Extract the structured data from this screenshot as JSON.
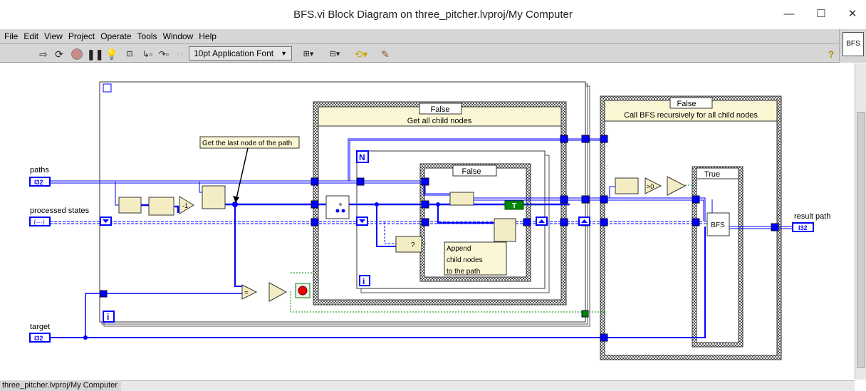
{
  "window": {
    "title": "BFS.vi Block Diagram on three_pitcher.lvproj/My Computer",
    "minimize": "—",
    "maximize": "☐",
    "close": "✕"
  },
  "menu": [
    "File",
    "Edit",
    "View",
    "Project",
    "Operate",
    "Tools",
    "Window",
    "Help"
  ],
  "toolbar": {
    "font": "10pt Application Font",
    "help": "?",
    "icons": [
      "run-arrow-icon",
      "run-continuously-icon",
      "abort-icon",
      "pause-icon",
      "highlight-execution-icon",
      "retain-wire-values-icon",
      "step-into-icon",
      "step-over-icon",
      "step-out-icon",
      "align-objects-icon",
      "distribute-objects-icon",
      "reorder-icon",
      "cleanup-diagram-icon"
    ]
  },
  "vi_icon": "BFS",
  "status": "three_pitcher.lvproj/My Computer",
  "diagram": {
    "controls": [
      {
        "label": "paths",
        "type": "I32"
      },
      {
        "label": "processed states",
        "type": "⟨⋯⟩"
      },
      {
        "label": "target",
        "type": "I32"
      }
    ],
    "indicator": {
      "label": "result path",
      "type": "I32"
    },
    "comments": {
      "last_node": "Get the last node of the path",
      "append": [
        "Append",
        "child nodes",
        "to the path"
      ]
    },
    "case1": {
      "selector": "False",
      "label": "Get all child nodes"
    },
    "case2": {
      "selector": "False",
      "label": "Call BFS recursively for all child nodes"
    },
    "inner_case": {
      "selector": "False"
    },
    "true_case": {
      "selector": "True"
    },
    "subvi": "BFS",
    "loop": {
      "while_i": "i",
      "for_n": "N",
      "for_i": "i"
    },
    "consts": {
      "true_const": "T",
      "minus_one": "-1",
      "gt0": ">0",
      "question": "?",
      "equal": "="
    },
    "colors": {
      "wire": "#0000ff",
      "bool_wire": "#008000",
      "node_fill": "#f4edc4",
      "comment_fill": "#fbf7d4"
    }
  }
}
